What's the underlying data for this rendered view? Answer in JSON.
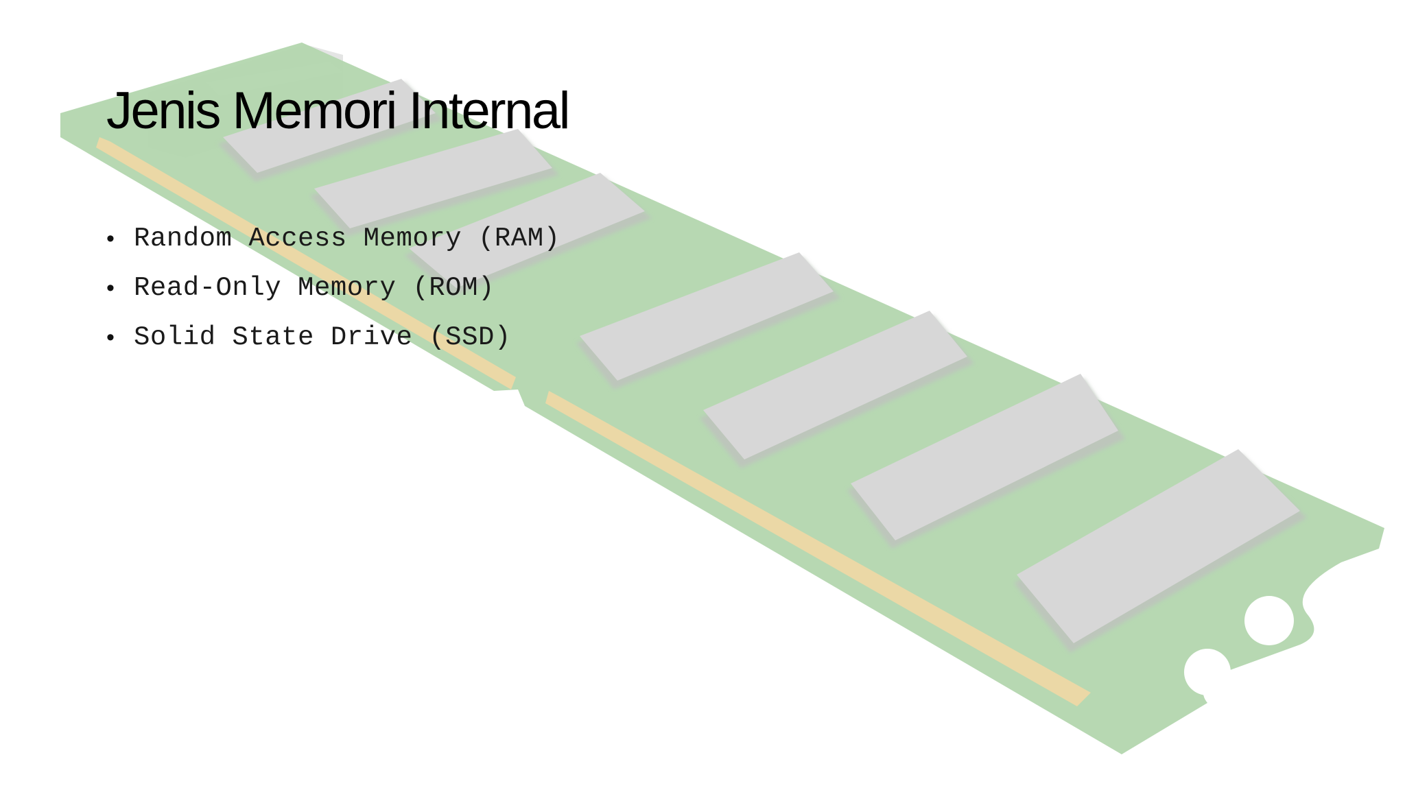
{
  "slide": {
    "title": "Jenis Memori Internal",
    "bullets": [
      {
        "text": "Random Access Memory (RAM)"
      },
      {
        "text": "Read-Only Memory (ROM)"
      },
      {
        "text": "Solid State Drive (SSD)"
      }
    ],
    "bullet_symbol": "•"
  },
  "background": {
    "illustration": "ram-module",
    "colors": {
      "pcb": "#a9d1a3",
      "chip": "#d2d2d2",
      "chip_shadow": "#b4bfb2",
      "contacts": "#e9d39a"
    }
  }
}
